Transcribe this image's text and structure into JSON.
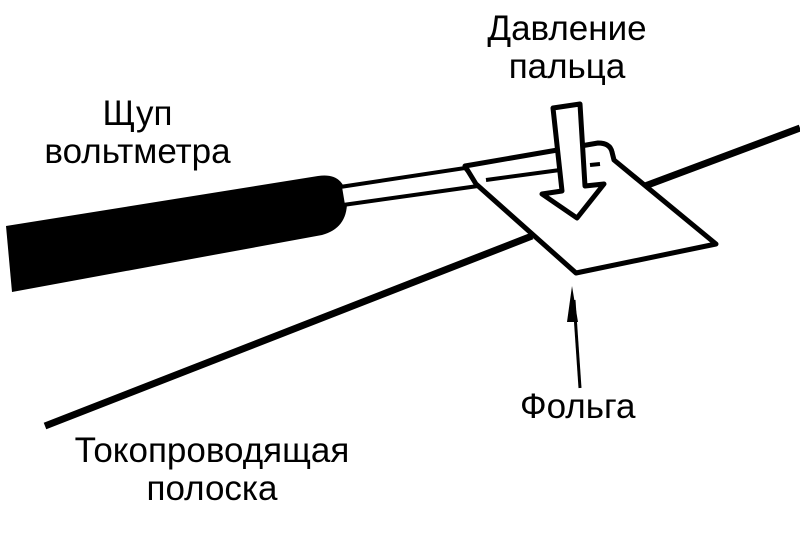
{
  "labels": {
    "pressure_line1": "Давление",
    "pressure_line2": "пальца",
    "probe_line1": "Щуп",
    "probe_line2": "вольтметра",
    "foil": "Фольга",
    "strip_line1": "Токопроводящая",
    "strip_line2": "полоска"
  },
  "colors": {
    "ink": "#000000",
    "background": "#ffffff"
  }
}
